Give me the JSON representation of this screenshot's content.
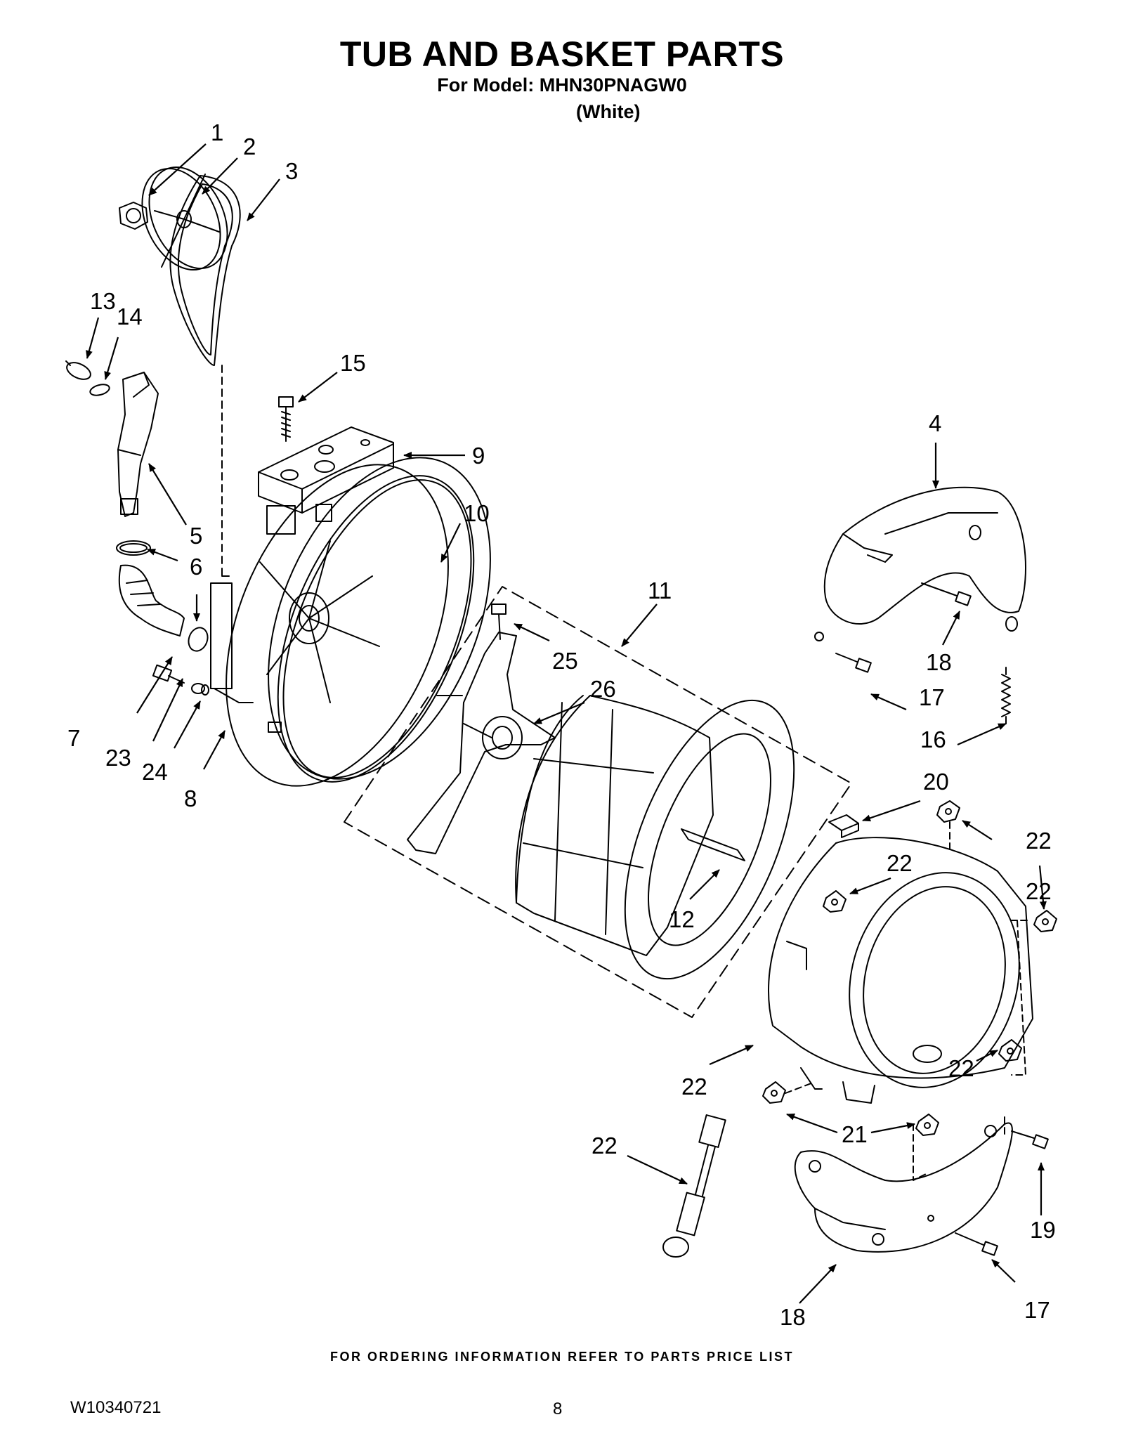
{
  "header": {
    "title": "TUB AND BASKET PARTS",
    "model_line": "For Model: MHN30PNAGW0",
    "color_line": "(White)"
  },
  "diagram": {
    "callouts": [
      "1",
      "2",
      "3",
      "13",
      "14",
      "15",
      "9",
      "4",
      "5",
      "10",
      "6",
      "11",
      "7",
      "25",
      "26",
      "18",
      "17",
      "23",
      "24",
      "8",
      "16",
      "20",
      "22",
      "22",
      "22",
      "12",
      "22",
      "22",
      "21",
      "22",
      "19",
      "17",
      "18",
      "4"
    ]
  },
  "footer": {
    "note": "FOR ORDERING INFORMATION REFER TO PARTS PRICE LIST",
    "document_number": "W10340721",
    "page_number": "8"
  }
}
